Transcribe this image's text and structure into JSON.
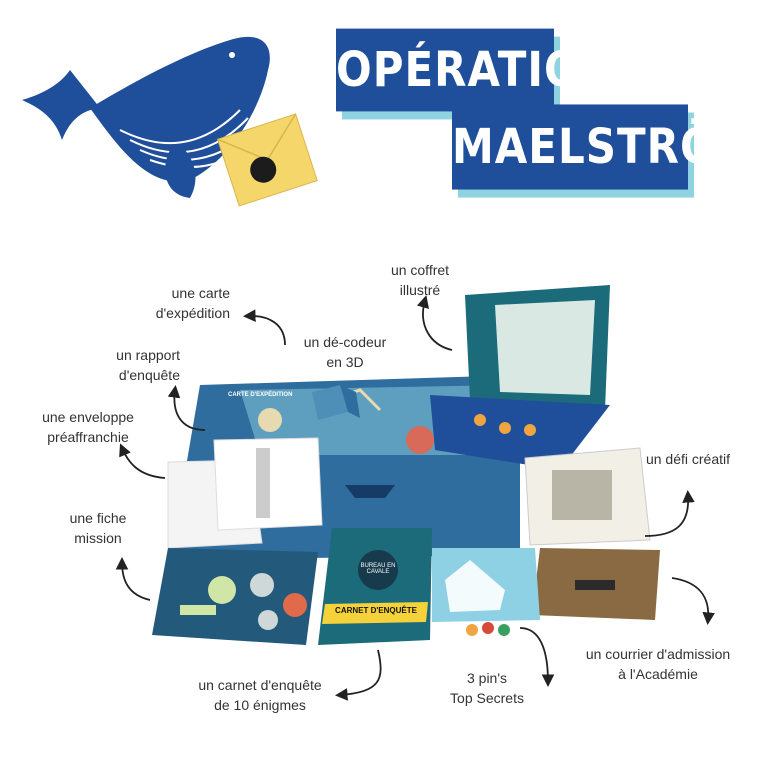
{
  "title": {
    "line1": "OPÉRATION",
    "line2": "MAELSTRÖM"
  },
  "labels": {
    "carte": [
      "une carte",
      "d'expédition"
    ],
    "coffret": [
      "un coffret",
      "illustré"
    ],
    "decodeur": [
      "un dé-codeur",
      "en 3D"
    ],
    "rapport": [
      "un rapport",
      "d'enquête"
    ],
    "enveloppe": [
      "une enveloppe",
      "préaffranchie"
    ],
    "fiche": [
      "une fiche",
      "mission"
    ],
    "defi": [
      "un défi créatif"
    ],
    "courrier": [
      "un courrier d'admission",
      "à l'Académie"
    ],
    "pins": [
      "3 pin's",
      "Top Secrets"
    ],
    "carnet": [
      "un carnet d'enquête",
      "de 10 énigmes"
    ]
  },
  "box_text": {
    "carnet_cover": "CARNET D'ENQUÊTE",
    "seal": "BUREAU EN CAVALE",
    "map_title": "CARTE D'EXPÉDITION"
  },
  "colors": {
    "navy": "#1f4f9a",
    "accent": "#8fd3e1",
    "map": "#2e6d9e",
    "envelope": "#f5d66a"
  },
  "icons": [
    "whale-illustration",
    "envelope-icon",
    "curved-arrow-icon"
  ]
}
